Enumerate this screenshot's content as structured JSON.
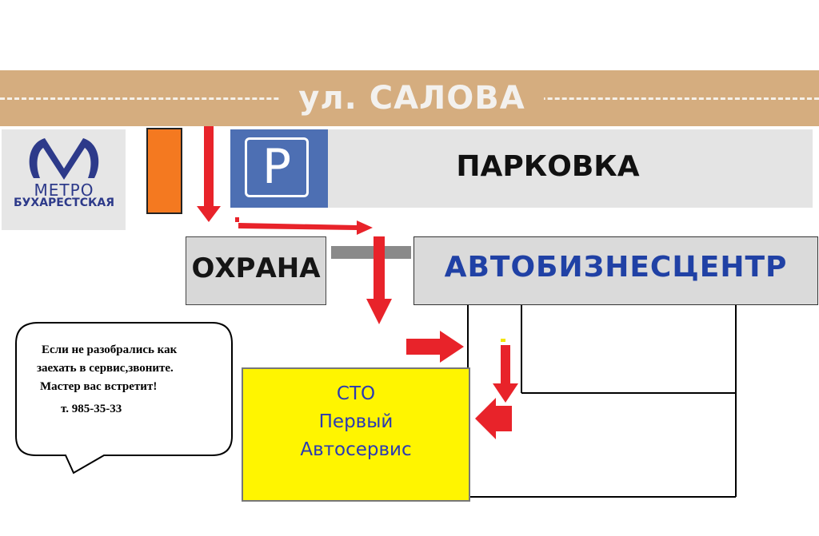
{
  "road": {
    "name": "ул. САЛОВА"
  },
  "metro": {
    "word": "МЕТРО",
    "station": "БУХАРЕСТСКАЯ"
  },
  "parking": {
    "sign": "P",
    "label": "ПАРКОВКА"
  },
  "guard": {
    "label": "ОХРАНА"
  },
  "business_center": {
    "label": "АВТОБИЗНЕСЦЕНТР"
  },
  "sto": {
    "line1": "СТО",
    "line2": "Первый",
    "line3": "Автосервис"
  },
  "callout": {
    "line1": "Если не разобрались как",
    "line2": "заехать в сервис,звоните.",
    "line3": "Мастер вас встретит!",
    "phone": "т. 985-35-33"
  },
  "colors": {
    "road": "#d5ad7f",
    "arrow": "#e8232a",
    "parking_blue": "#4d6fb3",
    "sto_yellow": "#fff500",
    "text_blue": "#2041a5",
    "orange": "#f47920"
  }
}
